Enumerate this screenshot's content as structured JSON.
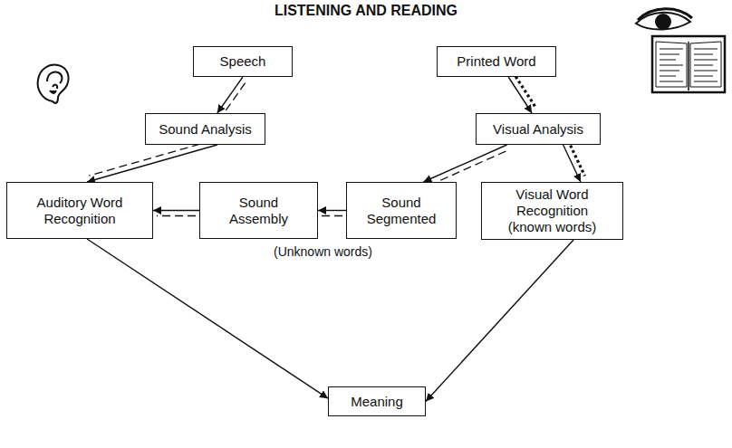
{
  "diagram": {
    "title": "LISTENING AND READING",
    "nodes": [
      {
        "text": [
          "Speech"
        ]
      },
      {
        "text": [
          "Printed Word"
        ]
      },
      {
        "text": [
          "Sound Analysis"
        ]
      },
      {
        "text": [
          "Visual Analysis"
        ]
      },
      {
        "text": [
          "Auditory Word Recognition"
        ]
      },
      {
        "text": [
          "Sound Assembly"
        ]
      },
      {
        "text": [
          "Sound Segmented"
        ]
      },
      {
        "text": [
          "Visual Word Recognition (known words)"
        ]
      },
      {
        "text": [
          "Meaning"
        ]
      }
    ],
    "edges": [
      {
        "from": 0,
        "to": 2,
        "arrow": "to"
      },
      {
        "from": 1,
        "to": 3,
        "arrow": "to"
      },
      {
        "from": 2,
        "to": 4,
        "arrow": "to"
      },
      {
        "from": 3,
        "to": 6,
        "arrow": "to"
      },
      {
        "from": 3,
        "to": 7,
        "arrow": "to"
      },
      {
        "from": 6,
        "to": 5,
        "arrow": "to"
      },
      {
        "from": 5,
        "to": 4,
        "arrow": "to"
      },
      {
        "from": 4,
        "to": 8,
        "arrow": "to"
      },
      {
        "from": 7,
        "to": 8,
        "arrow": "to"
      }
    ],
    "labels": [
      "(Unknown words)"
    ]
  }
}
